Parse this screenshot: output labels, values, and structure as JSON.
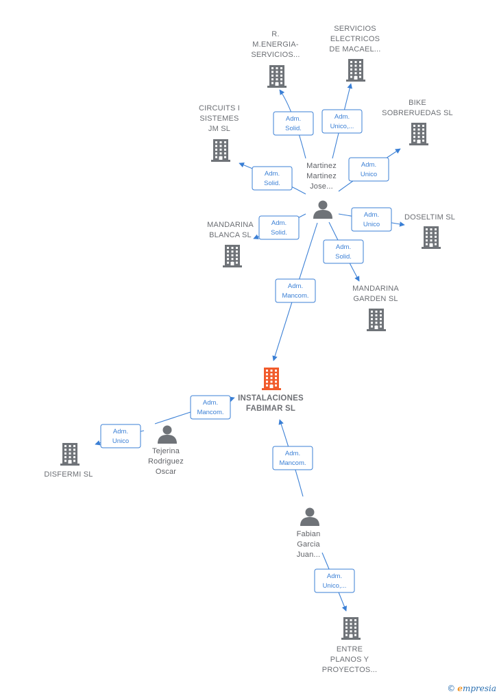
{
  "nodes": [
    {
      "id": "instalaciones",
      "type": "company",
      "main": true,
      "lines": [
        "INSTALACIONES",
        "FABIMAR  SL"
      ]
    },
    {
      "id": "martinez",
      "type": "person",
      "lines": [
        "Martinez",
        "Martinez",
        "Jose..."
      ]
    },
    {
      "id": "r_energia",
      "type": "company",
      "lines": [
        "R.",
        "M.ENERGIA-",
        "SERVICIOS..."
      ]
    },
    {
      "id": "servicios_electricos",
      "type": "company",
      "lines": [
        "SERVICIOS",
        "ELECTRICOS",
        "DE MACAEL..."
      ]
    },
    {
      "id": "circuits",
      "type": "company",
      "lines": [
        "CIRCUITS I",
        "SISTEMES",
        "JM  SL"
      ]
    },
    {
      "id": "bike",
      "type": "company",
      "lines": [
        "BIKE",
        "SOBRERUEDAS SL"
      ]
    },
    {
      "id": "mandarina_blanca",
      "type": "company",
      "lines": [
        "MANDARINA",
        "BLANCA  SL"
      ]
    },
    {
      "id": "doseltim",
      "type": "company",
      "lines": [
        "DOSELTIM SL"
      ]
    },
    {
      "id": "mandarina_garden",
      "type": "company",
      "lines": [
        "MANDARINA",
        "GARDEN  SL"
      ]
    },
    {
      "id": "tejerina",
      "type": "person",
      "lines": [
        "Tejerina",
        "Rodriguez",
        "Oscar"
      ]
    },
    {
      "id": "disfermi",
      "type": "company",
      "lines": [
        "DISFERMI  SL"
      ]
    },
    {
      "id": "fabian",
      "type": "person",
      "lines": [
        "Fabian",
        "Garcia",
        "Juan..."
      ]
    },
    {
      "id": "entre_planos",
      "type": "company",
      "lines": [
        "ENTRE",
        "PLANOS Y",
        "PROYECTOS..."
      ]
    }
  ],
  "edges": [
    {
      "id": "e_r_energia",
      "lines": [
        "Adm.",
        "Solid."
      ]
    },
    {
      "id": "e_serv_elec",
      "lines": [
        "Adm.",
        "Unico,..."
      ]
    },
    {
      "id": "e_circuits",
      "lines": [
        "Adm.",
        "Solid."
      ]
    },
    {
      "id": "e_bike",
      "lines": [
        "Adm.",
        "Unico"
      ]
    },
    {
      "id": "e_mand_blanca",
      "lines": [
        "Adm.",
        "Solid."
      ]
    },
    {
      "id": "e_doseltim",
      "lines": [
        "Adm.",
        "Unico"
      ]
    },
    {
      "id": "e_mand_garden",
      "lines": [
        "Adm.",
        "Solid."
      ]
    },
    {
      "id": "e_martinez_inst",
      "lines": [
        "Adm.",
        "Mancom."
      ]
    },
    {
      "id": "e_tejerina_inst",
      "lines": [
        "Adm.",
        "Mancom."
      ]
    },
    {
      "id": "e_disfermi",
      "lines": [
        "Adm.",
        "Unico"
      ]
    },
    {
      "id": "e_fabian_inst",
      "lines": [
        "Adm.",
        "Mancom."
      ]
    },
    {
      "id": "e_entre_planos",
      "lines": [
        "Adm.",
        "Unico,..."
      ]
    }
  ],
  "colors": {
    "edge": "#3a7fd5",
    "company_icon": "#6f7378",
    "main_icon": "#f15a2b",
    "person_icon": "#6f7378"
  },
  "footer": {
    "copyright": "©",
    "brand_initial": "e",
    "brand_rest": "mpresia"
  }
}
